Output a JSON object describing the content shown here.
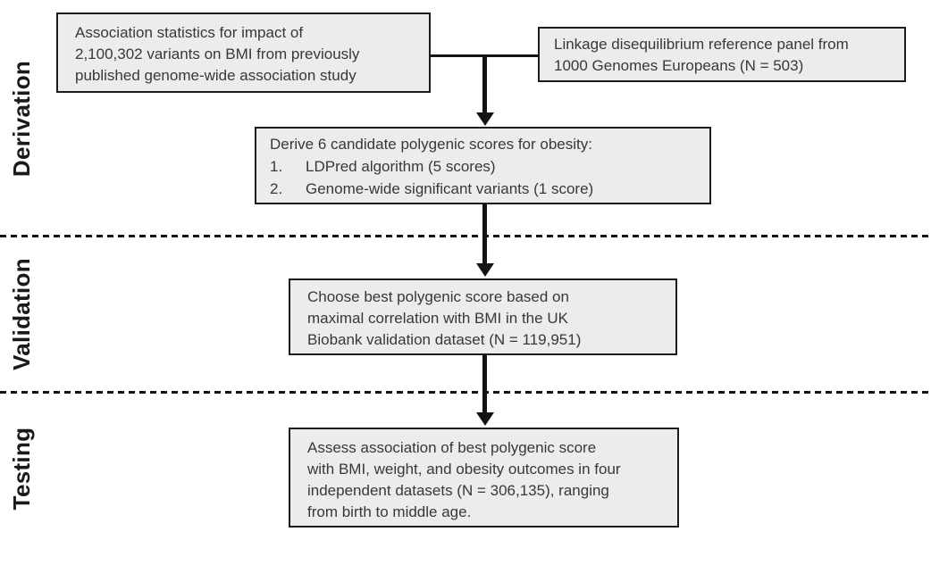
{
  "sections": [
    {
      "label": "Derivation"
    },
    {
      "label": "Validation"
    },
    {
      "label": "Testing"
    }
  ],
  "boxes": {
    "assoc_stats": {
      "lines": [
        "Association statistics for impact of",
        "2,100,302 variants on BMI from previously",
        "published genome-wide association study"
      ]
    },
    "ld_panel": {
      "lines": [
        "Linkage disequilibrium reference panel from",
        "1000 Genomes Europeans (N = 503)"
      ]
    },
    "derive": {
      "title": "Derive 6 candidate polygenic scores for obesity:",
      "items": [
        {
          "num": "1.",
          "text": "LDPred algorithm (5 scores)"
        },
        {
          "num": "2.",
          "text": "Genome-wide significant variants (1 score)"
        }
      ]
    },
    "choose": {
      "lines": [
        "Choose best polygenic score based on",
        "maximal correlation with BMI in the UK",
        "Biobank validation dataset (N = 119,951)"
      ]
    },
    "assess": {
      "lines": [
        "Assess association of best polygenic score",
        "with BMI, weight, and obesity outcomes in four",
        "independent datasets (N = 306,135), ranging",
        "from birth to middle age."
      ]
    }
  },
  "colors": {
    "background": "#ffffff",
    "box_fill": "#ececec",
    "box_border": "#1c1c1c",
    "box_text": "#383838",
    "label_text": "#1a1a1a",
    "line": "#141414"
  }
}
